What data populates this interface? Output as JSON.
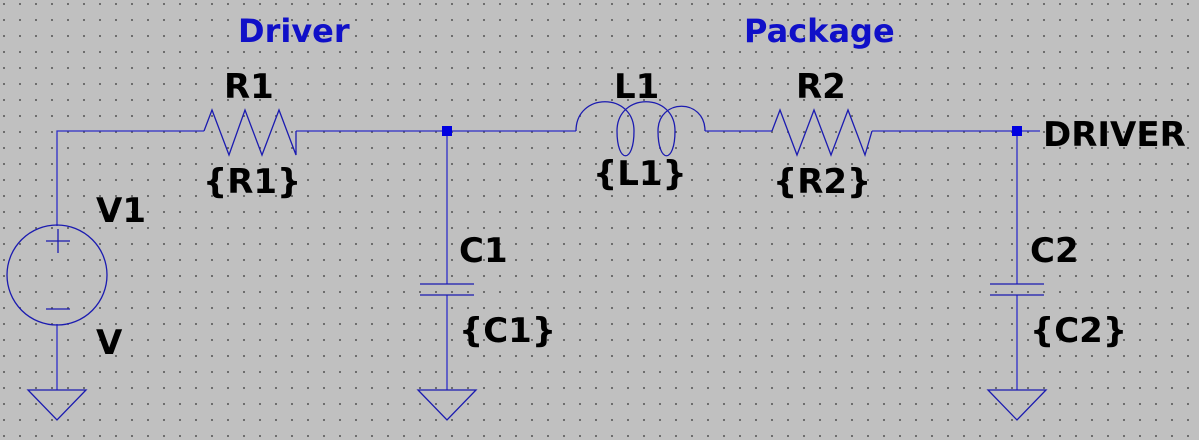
{
  "titles": {
    "driver": "Driver",
    "package": "Package"
  },
  "components": {
    "v1": {
      "name": "V1",
      "value": "V"
    },
    "r1": {
      "name": "R1",
      "value": "{R1}"
    },
    "c1": {
      "name": "C1",
      "value": "{C1}"
    },
    "l1": {
      "name": "L1",
      "value": "{L1}"
    },
    "r2": {
      "name": "R2",
      "value": "{R2}"
    },
    "c2": {
      "name": "C2",
      "value": "{C2}"
    }
  },
  "net_labels": {
    "output": "DRIVER"
  },
  "colors": {
    "background": "#c0c0c0",
    "wire": "#2e2ec8",
    "junction": "#0000e0",
    "title": "#1010c8",
    "label": "#000000"
  }
}
